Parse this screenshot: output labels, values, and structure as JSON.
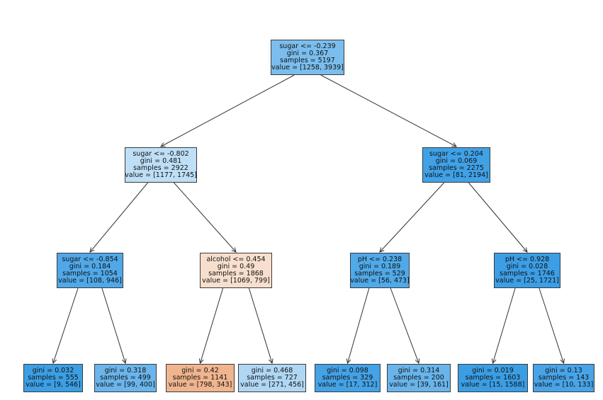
{
  "tree": {
    "nodes": [
      {
        "id": "root",
        "condition": "sugar <= -0.239",
        "gini": "gini = 0.367",
        "samples": "samples = 5197",
        "value": "value = [1258, 3939]",
        "color": "#7bbeee"
      },
      {
        "id": "n1",
        "condition": "sugar <= -0.802",
        "gini": "gini = 0.481",
        "samples": "samples = 2922",
        "value": "value = [1177, 1745]",
        "color": "#bedff6"
      },
      {
        "id": "n2",
        "condition": "sugar <= 0.204",
        "gini": "gini = 0.069",
        "samples": "samples = 2275",
        "value": "value = [81, 2194]",
        "color": "#40a1e6"
      },
      {
        "id": "n3",
        "condition": "sugar <= -0.854",
        "gini": "gini = 0.184",
        "samples": "samples = 1054",
        "value": "value = [108, 946]",
        "color": "#50a8e8"
      },
      {
        "id": "n4",
        "condition": "alcohol <= 0.454",
        "gini": "gini = 0.49",
        "samples": "samples = 1868",
        "value": "value = [1069, 799]",
        "color": "#f8dfcd"
      },
      {
        "id": "n5",
        "condition": "pH <= 0.238",
        "gini": "gini = 0.189",
        "samples": "samples = 529",
        "value": "value = [56, 473]",
        "color": "#50a9e8"
      },
      {
        "id": "n6",
        "condition": "pH <= 0.928",
        "gini": "gini = 0.028",
        "samples": "samples = 1746",
        "value": "value = [25, 1721]",
        "color": "#3c9ee5"
      },
      {
        "id": "l1",
        "gini": "gini = 0.032",
        "samples": "samples = 555",
        "value": "value = [9, 546]",
        "color": "#3c9fe5"
      },
      {
        "id": "l2",
        "gini": "gini = 0.318",
        "samples": "samples = 499",
        "value": "value = [99, 400]",
        "color": "#6ab5eb"
      },
      {
        "id": "l3",
        "gini": "gini = 0.42",
        "samples": "samples = 1141",
        "value": "value = [798, 343]",
        "color": "#f0b58e"
      },
      {
        "id": "l4",
        "gini": "gini = 0.468",
        "samples": "samples = 727",
        "value": "value = [271, 456]",
        "color": "#afd7f4"
      },
      {
        "id": "l5",
        "gini": "gini = 0.098",
        "samples": "samples = 329",
        "value": "value = [17, 312]",
        "color": "#44a2e6"
      },
      {
        "id": "l6",
        "gini": "gini = 0.314",
        "samples": "samples = 200",
        "value": "value = [39, 161]",
        "color": "#69b5eb"
      },
      {
        "id": "l7",
        "gini": "gini = 0.019",
        "samples": "samples = 1603",
        "value": "value = [15, 1588]",
        "color": "#3b9ee5"
      },
      {
        "id": "l8",
        "gini": "gini = 0.13",
        "samples": "samples = 143",
        "value": "value = [10, 133]",
        "color": "#48a4e7"
      }
    ],
    "edges": [
      {
        "from": "root",
        "to": "n1"
      },
      {
        "from": "root",
        "to": "n2"
      },
      {
        "from": "n1",
        "to": "n3"
      },
      {
        "from": "n1",
        "to": "n4"
      },
      {
        "from": "n2",
        "to": "n5"
      },
      {
        "from": "n2",
        "to": "n6"
      },
      {
        "from": "n3",
        "to": "l1"
      },
      {
        "from": "n3",
        "to": "l2"
      },
      {
        "from": "n4",
        "to": "l3"
      },
      {
        "from": "n4",
        "to": "l4"
      },
      {
        "from": "n5",
        "to": "l5"
      },
      {
        "from": "n5",
        "to": "l6"
      },
      {
        "from": "n6",
        "to": "l7"
      },
      {
        "from": "n6",
        "to": "l8"
      }
    ]
  }
}
